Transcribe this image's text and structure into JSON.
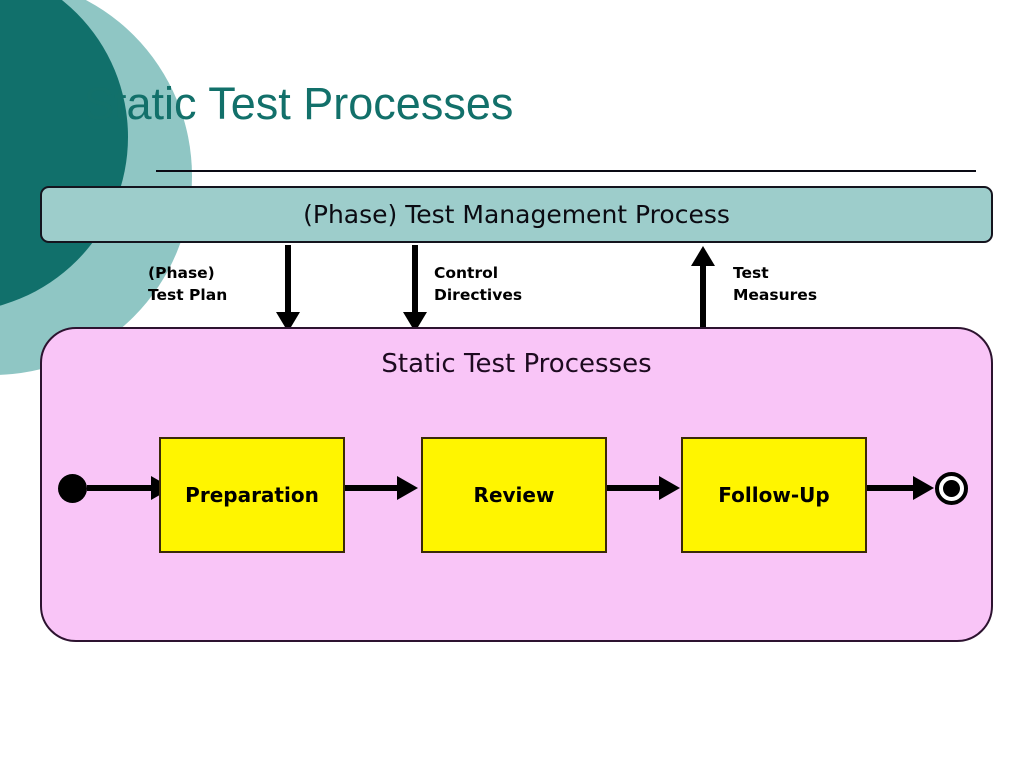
{
  "slide": {
    "title": "Static Test Processes",
    "accent_color": "#12706a",
    "ring_color": "#8fc6c4",
    "core_color": "#11706b"
  },
  "management_bar": {
    "label": "(Phase) Test Management Process",
    "fill_color": "#9dcdcb"
  },
  "flows": [
    {
      "label": "(Phase)\nTest Plan",
      "direction": "down"
    },
    {
      "label": "Control\nDirectives",
      "direction": "down"
    },
    {
      "label": "Test\nMeasures",
      "direction": "up"
    }
  ],
  "static_box": {
    "title": "Static Test Processes",
    "fill_color": "#f9c5f7",
    "border_color": "#2d1330"
  },
  "process": {
    "start_node": "start-node",
    "end_node": "end-node",
    "steps": [
      {
        "label": "Preparation"
      },
      {
        "label": "Review"
      },
      {
        "label": "Follow-Up"
      }
    ],
    "step_fill_color": "#fff500"
  }
}
